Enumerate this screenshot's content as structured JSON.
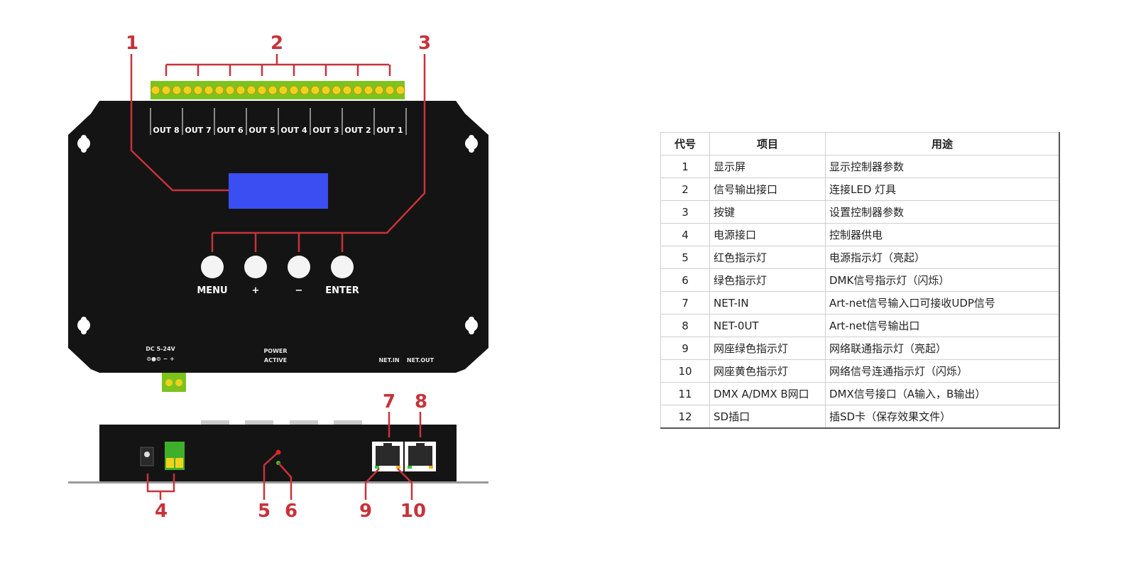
{
  "diagram": {
    "callouts": [
      "1",
      "2",
      "3",
      "4",
      "5",
      "6",
      "7",
      "8",
      "9",
      "10"
    ],
    "terminal_labels": [
      "OUT 8",
      "OUT 7",
      "OUT 6",
      "OUT 5",
      "OUT 4",
      "OUT 3",
      "OUT 2",
      "OUT 1"
    ],
    "buttons": [
      "MENU",
      "+",
      "−",
      "ENTER"
    ],
    "power_label": "DC 5-24V",
    "power_symbols": "⊙●⊙ − +",
    "status_labels": [
      "POWER",
      "ACTIVE"
    ],
    "net_labels": [
      "NET.IN",
      "NET.OUT"
    ],
    "colors": {
      "case": "#141414",
      "lcd": "#3a4ef2",
      "terminal_green": "#7cc31e",
      "screw_yellow": "#f0d21e",
      "callout_red": "#c8323a",
      "led_red": "#e02020",
      "led_green": "#2ec82e"
    }
  },
  "table": {
    "headers": [
      "代号",
      "项目",
      "用途"
    ],
    "rows": [
      {
        "code": "1",
        "item": "显示屏",
        "use": "显示控制器参数"
      },
      {
        "code": "2",
        "item": "信号输出接口",
        "use": "连接LED 灯具"
      },
      {
        "code": "3",
        "item": "按键",
        "use": "设置控制器参数"
      },
      {
        "code": "4",
        "item": "电源接口",
        "use": "控制器供电"
      },
      {
        "code": "5",
        "item": "红色指示灯",
        "use": "电源指示灯（亮起）"
      },
      {
        "code": "6",
        "item": "绿色指示灯",
        "use": "DMK信号指示灯（闪烁）"
      },
      {
        "code": "7",
        "item": "NET-IN",
        "use": "Art-net信号输入口可接收UDP信号"
      },
      {
        "code": "8",
        "item": "NET-0UT",
        "use": "Art-net信号输出口"
      },
      {
        "code": "9",
        "item": "网座绿色指示灯",
        "use": "网络联通指示灯（亮起）"
      },
      {
        "code": "10",
        "item": "网座黄色指示灯",
        "use": "网络信号连通指示灯（闪烁）"
      },
      {
        "code": "11",
        "item": "DMX A/DMX  B网口",
        "use": "DMX信号接口（A输入，B输出）"
      },
      {
        "code": "12",
        "item": "SD插口",
        "use": "插SD卡（保存效果文件）"
      }
    ]
  }
}
